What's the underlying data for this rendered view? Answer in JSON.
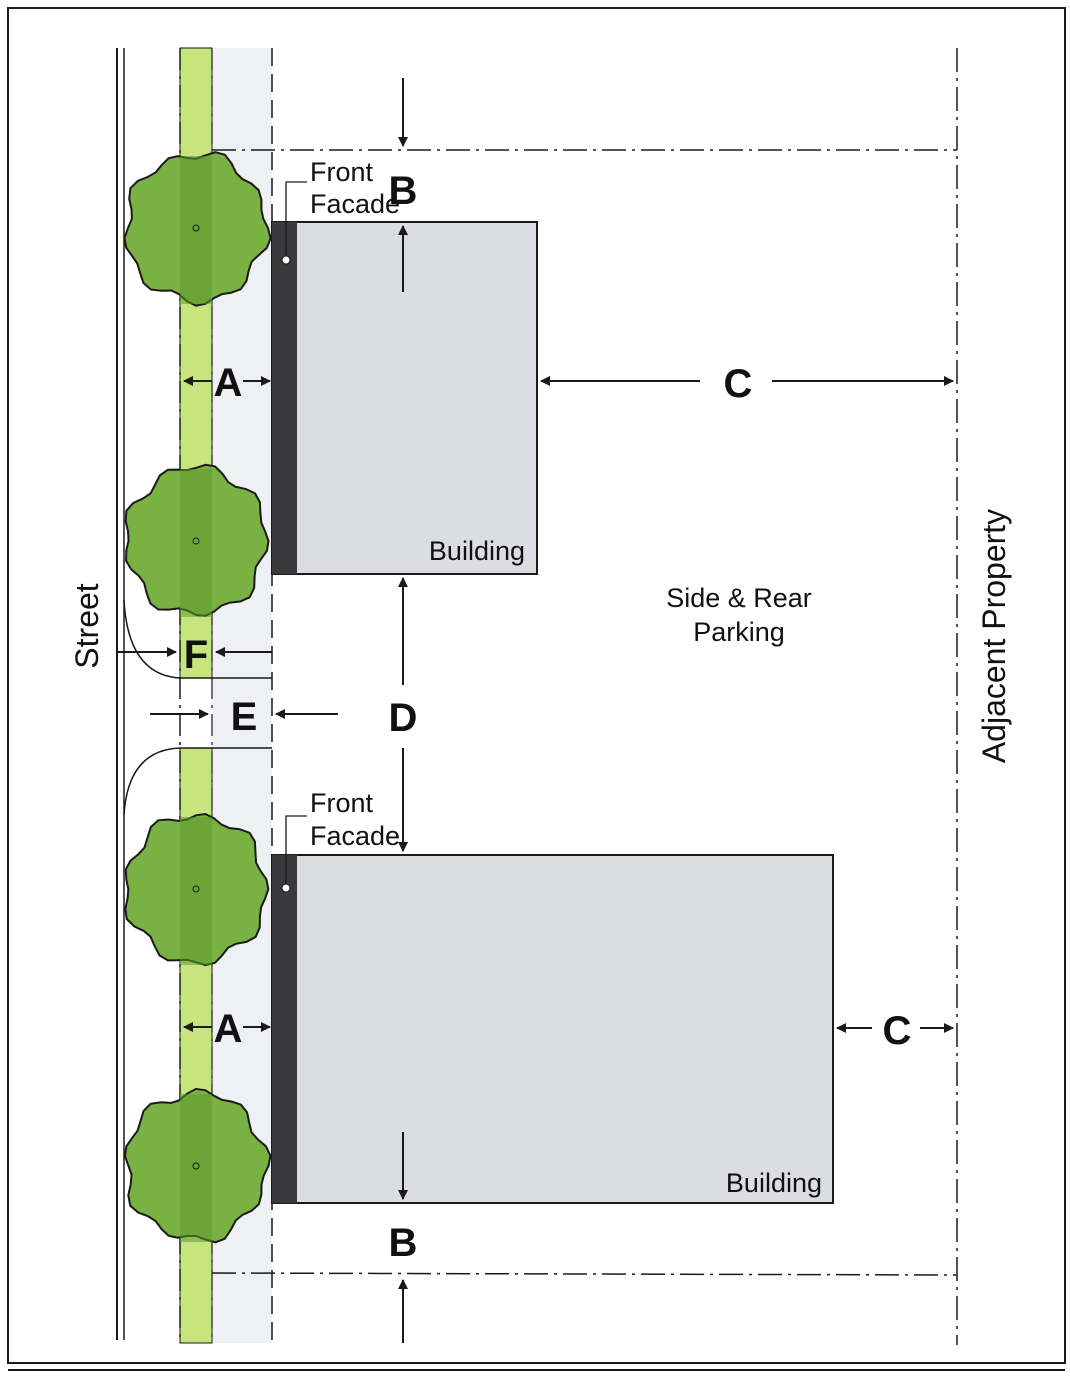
{
  "labels": {
    "street": "Street",
    "adjacent_property": "Adjacent Property",
    "parking_line1": "Side & Rear",
    "parking_line2": "Parking",
    "building_top": "Building",
    "building_bottom": "Building",
    "front_facade_top_line1": "Front",
    "front_facade_top_line2": "Facade",
    "front_facade_bottom_line1": "Front",
    "front_facade_bottom_line2": "Facade",
    "dim_A_top": "A",
    "dim_A_bottom": "A",
    "dim_B_top": "B",
    "dim_B_bottom": "B",
    "dim_C_top": "C",
    "dim_C_bottom": "C",
    "dim_D": "D",
    "dim_E": "E",
    "dim_F": "F"
  },
  "colors": {
    "planting_strip": "#c6e67d",
    "tree_fill": "#7ab143",
    "tree_canopy_center": "#5e9a2f",
    "building_fill": "#dcdde1",
    "facade_fill": "#3a3a3c",
    "sidewalk": "#eef0f4",
    "line": "#1a1a1a"
  }
}
